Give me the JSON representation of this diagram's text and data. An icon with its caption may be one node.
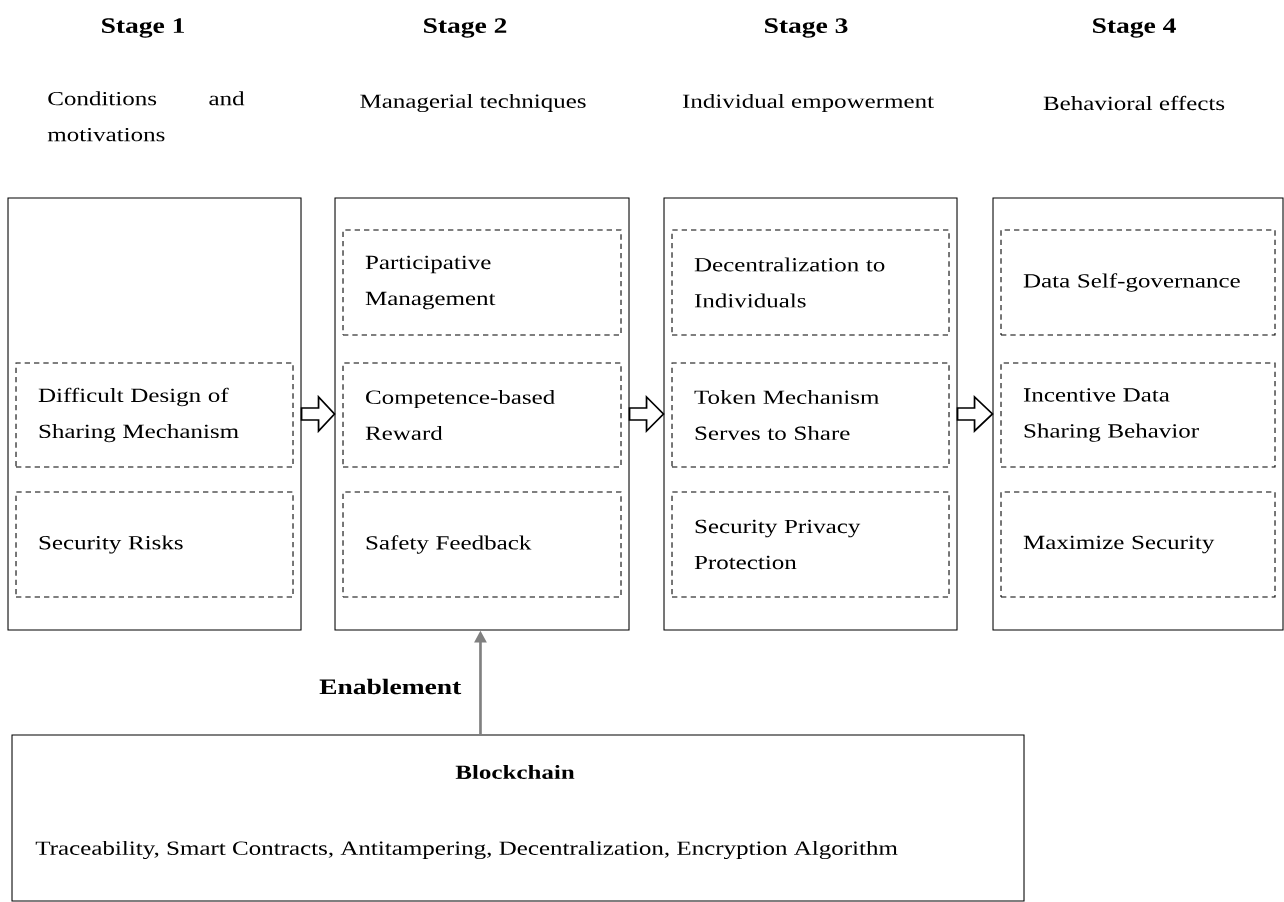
{
  "diagram": {
    "nodes": [
      {
        "text": [
          "Conditions and motivations"
        ]
      },
      {
        "text": [
          "Difficult Design of Sharing Mechanism"
        ],
        "in": 0
      },
      {
        "text": [
          "Security Risks"
        ],
        "in": 0
      },
      {
        "text": [
          "Managerial techniques"
        ]
      },
      {
        "text": [
          "Participative Management"
        ],
        "in": 3
      },
      {
        "text": [
          "Competence-based Reward"
        ],
        "in": 3
      },
      {
        "text": [
          "Safety Feedback"
        ],
        "in": 3
      },
      {
        "text": [
          "Individual empowerment"
        ]
      },
      {
        "text": [
          "Decentralization to Individuals"
        ],
        "in": 7
      },
      {
        "text": [
          "Token Mechanism Serves to Share"
        ],
        "in": 7
      },
      {
        "text": [
          "Security Privacy Protection"
        ],
        "in": 7
      },
      {
        "text": [
          "Behavioral effects"
        ]
      },
      {
        "text": [
          "Data Self-governance"
        ],
        "in": 11
      },
      {
        "text": [
          "Incentive Data Sharing Behavior"
        ],
        "in": 11
      },
      {
        "text": [
          "Maximize Security"
        ],
        "in": 11
      },
      {
        "text": [
          "Blockchain",
          "Traceability, Smart Contracts, Antitampering, Decentralization, Encryption Algorithm"
        ]
      }
    ],
    "edges": [
      {
        "from": 0,
        "to": 3,
        "arrow": "to"
      },
      {
        "from": 3,
        "to": 7,
        "arrow": "to"
      },
      {
        "from": 7,
        "to": 11,
        "arrow": "to"
      },
      {
        "from": 15,
        "to": 3,
        "arrow": "to",
        "label": "Enablement",
        "color": "#808080"
      }
    ],
    "labels": [
      "Stage 1",
      "Stage 2",
      "Stage 3",
      "Stage 4"
    ]
  }
}
